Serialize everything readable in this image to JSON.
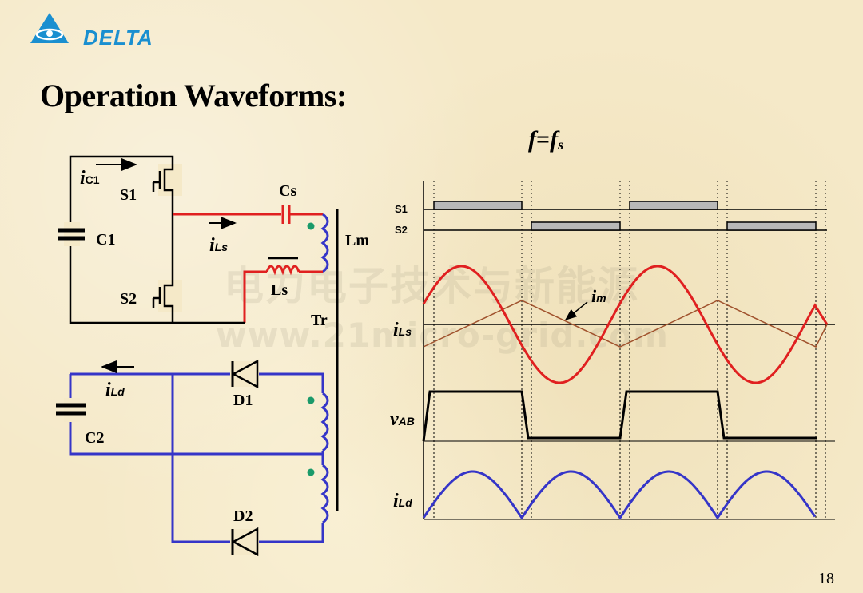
{
  "brand": {
    "logo_text": "DELTA",
    "color": "#1a8fd0"
  },
  "title": "Operation Waveforms:",
  "page_number": "18",
  "watermark": {
    "line1": "电力电子技术与新能源",
    "line2": "www.21micro-grid.com"
  },
  "circuit": {
    "labels": {
      "ic1_i": "i",
      "ic1_sub": "C1",
      "s1": "S1",
      "s2": "S2",
      "c1": "C1",
      "cs": "Cs",
      "ils_i": "i",
      "ils_sub": "Ls",
      "ls": "Ls",
      "lm": "Lm",
      "tr": "Tr",
      "ild_i": "i",
      "ild_sub": "Ld",
      "c2": "C2",
      "d1": "D1",
      "d2": "D2"
    },
    "colors": {
      "primary": "#000000",
      "resonant": "#e02020",
      "secondary": "#3535c8",
      "dot": "#1a9a6a"
    }
  },
  "waveforms": {
    "heading": {
      "f": "f",
      "eq": "=",
      "fs": "f",
      "fs_sub": "s"
    },
    "labels": {
      "s1": "S1",
      "s2": "S2",
      "im_i": "i",
      "im_sub": "m",
      "ils_i": "i",
      "ils_sub": "Ls",
      "vab_v": "v",
      "vab_sub": "AB",
      "ild_i": "i",
      "ild_sub": "Ld"
    },
    "colors": {
      "ils": "#e02020",
      "im": "#a0522d",
      "vab": "#000000",
      "ild": "#3535c8",
      "gate": "#b8b8b8"
    }
  }
}
